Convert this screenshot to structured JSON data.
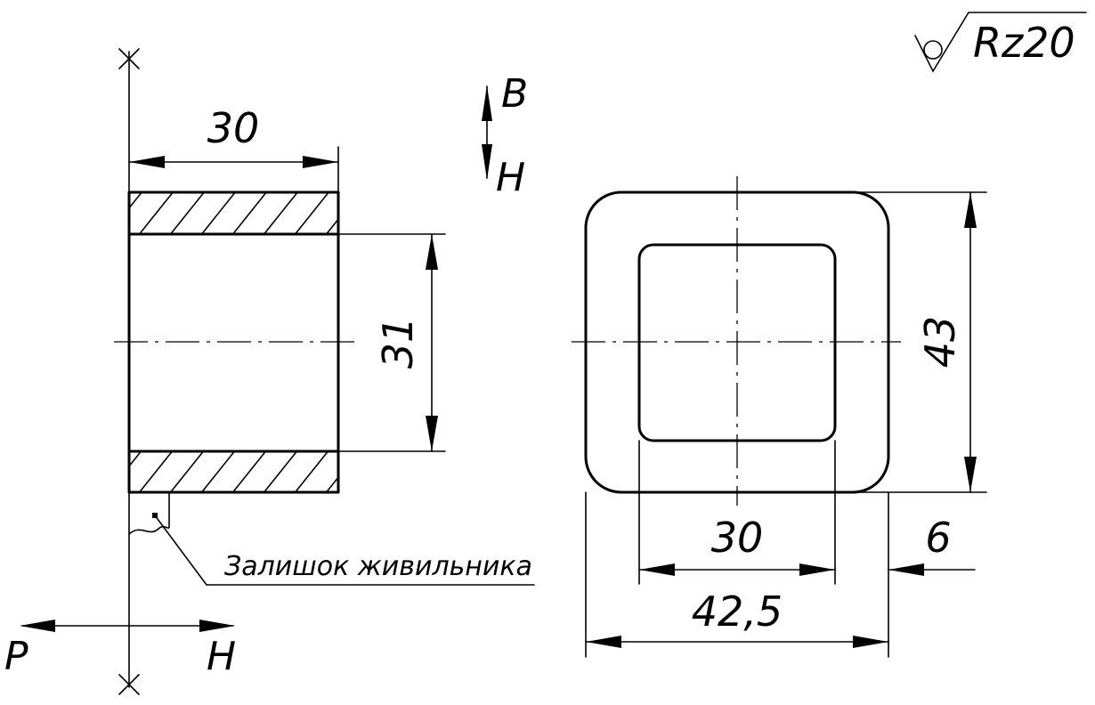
{
  "dimensions": {
    "left_length": "30",
    "bore_diameter": "31",
    "outer_height": "43",
    "inner_width": "30",
    "wall_thickness": "6",
    "outer_width": "42,5"
  },
  "roughness": "Rz20",
  "feeder_label": "Залишок живильника",
  "direction_labels": {
    "top": "В",
    "bottom": "Н",
    "left": "Р",
    "right": "Н"
  }
}
